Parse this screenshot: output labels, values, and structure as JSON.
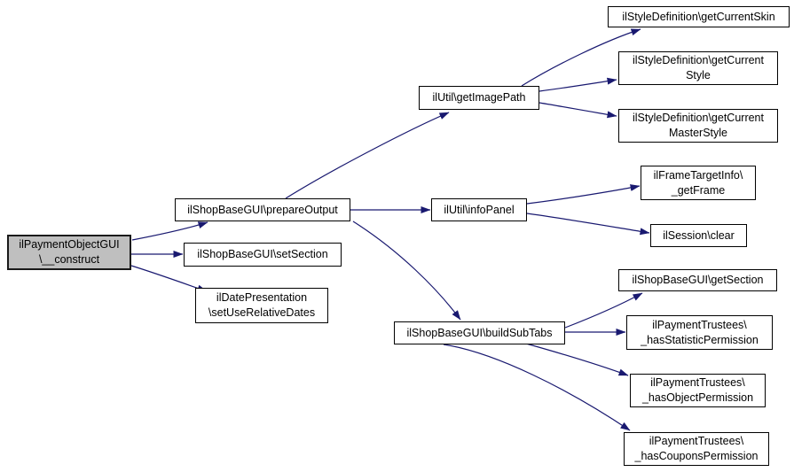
{
  "theme": {
    "background": "#ffffff",
    "edge_color": "#191970",
    "node_fill": "#ffffff",
    "node_border": "#000000",
    "root_node_fill": "#bfbfbf",
    "text_color": "#000000"
  },
  "nodes": {
    "construct": {
      "lines": [
        "ilPaymentObjectGUI",
        "\\__construct"
      ]
    },
    "prepareOutput": {
      "lines": [
        "ilShopBaseGUI\\prepareOutput"
      ]
    },
    "setSection": {
      "lines": [
        "ilShopBaseGUI\\setSection"
      ]
    },
    "setUseRelativeDates": {
      "lines": [
        "ilDatePresentation",
        "\\setUseRelativeDates"
      ]
    },
    "getImagePath": {
      "lines": [
        "ilUtil\\getImagePath"
      ]
    },
    "infoPanel": {
      "lines": [
        "ilUtil\\infoPanel"
      ]
    },
    "buildSubTabs": {
      "lines": [
        "ilShopBaseGUI\\buildSubTabs"
      ]
    },
    "getCurrentSkin": {
      "lines": [
        "ilStyleDefinition\\getCurrentSkin"
      ]
    },
    "getCurrentStyle": {
      "lines": [
        "ilStyleDefinition\\getCurrent",
        "Style"
      ]
    },
    "getCurrentMasterStyle": {
      "lines": [
        "ilStyleDefinition\\getCurrent",
        "MasterStyle"
      ]
    },
    "getFrame": {
      "lines": [
        "ilFrameTargetInfo\\",
        "_getFrame"
      ]
    },
    "sessionClear": {
      "lines": [
        "ilSession\\clear"
      ]
    },
    "getSection": {
      "lines": [
        "ilShopBaseGUI\\getSection"
      ]
    },
    "hasStatisticPermission": {
      "lines": [
        "ilPaymentTrustees\\",
        "_hasStatisticPermission"
      ]
    },
    "hasObjectPermission": {
      "lines": [
        "ilPaymentTrustees\\",
        "_hasObjectPermission"
      ]
    },
    "hasCouponsPermission": {
      "lines": [
        "ilPaymentTrustees\\",
        "_hasCouponsPermission"
      ]
    }
  },
  "edges": [
    {
      "from": "construct",
      "to": "prepareOutput"
    },
    {
      "from": "construct",
      "to": "setSection"
    },
    {
      "from": "construct",
      "to": "setUseRelativeDates"
    },
    {
      "from": "prepareOutput",
      "to": "getImagePath"
    },
    {
      "from": "prepareOutput",
      "to": "infoPanel"
    },
    {
      "from": "prepareOutput",
      "to": "buildSubTabs"
    },
    {
      "from": "getImagePath",
      "to": "getCurrentSkin"
    },
    {
      "from": "getImagePath",
      "to": "getCurrentStyle"
    },
    {
      "from": "getImagePath",
      "to": "getCurrentMasterStyle"
    },
    {
      "from": "infoPanel",
      "to": "getFrame"
    },
    {
      "from": "infoPanel",
      "to": "sessionClear"
    },
    {
      "from": "buildSubTabs",
      "to": "getSection"
    },
    {
      "from": "buildSubTabs",
      "to": "hasStatisticPermission"
    },
    {
      "from": "buildSubTabs",
      "to": "hasObjectPermission"
    },
    {
      "from": "buildSubTabs",
      "to": "hasCouponsPermission"
    }
  ]
}
